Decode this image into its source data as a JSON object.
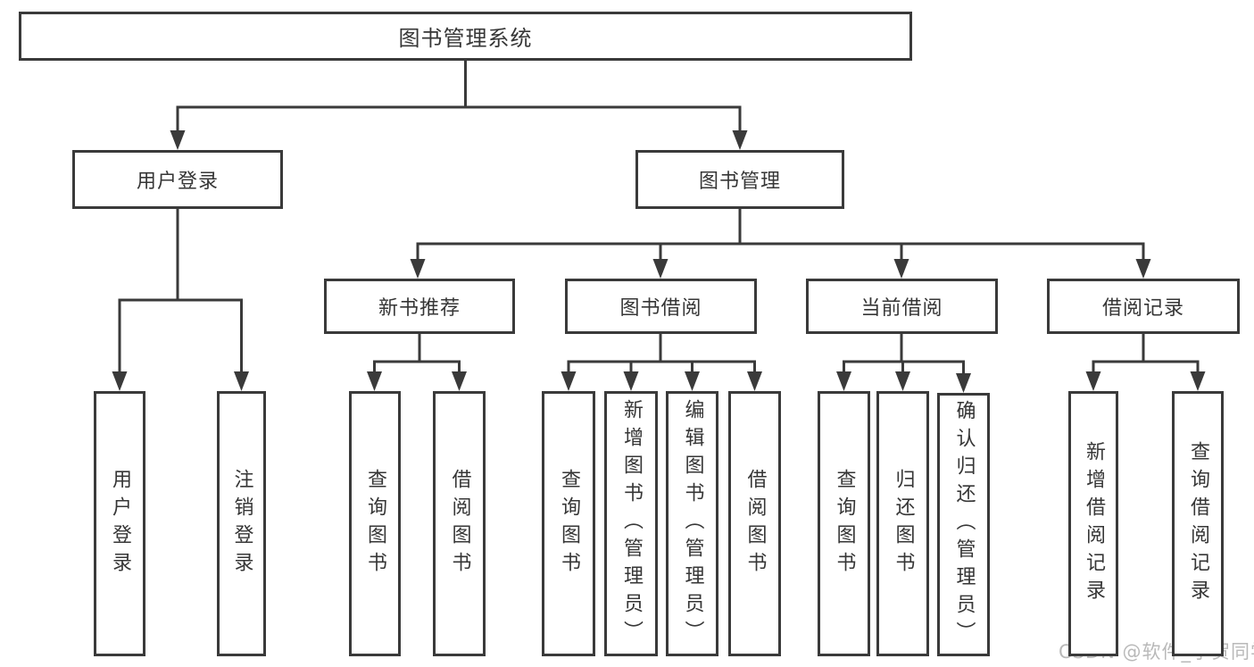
{
  "diagram": {
    "title": "图书管理系统",
    "root": {
      "label": "图书管理系统"
    },
    "level2": [
      {
        "label": "用户登录"
      },
      {
        "label": "图书管理"
      }
    ],
    "level3": [
      {
        "label": "新书推荐",
        "parent": "图书管理"
      },
      {
        "label": "图书借阅",
        "parent": "图书管理"
      },
      {
        "label": "当前借阅",
        "parent": "图书管理"
      },
      {
        "label": "借阅记录",
        "parent": "图书管理"
      }
    ],
    "leaves": [
      {
        "label": "用户登录",
        "parent": "用户登录"
      },
      {
        "label": "注销登录",
        "parent": "用户登录"
      },
      {
        "label": "查询图书",
        "parent": "新书推荐"
      },
      {
        "label": "借阅图书",
        "parent": "新书推荐"
      },
      {
        "label": "查询图书",
        "parent": "图书借阅"
      },
      {
        "label": "新增图书（管理员）",
        "parent": "图书借阅"
      },
      {
        "label": "编辑图书（管理员）",
        "parent": "图书借阅"
      },
      {
        "label": "借阅图书",
        "parent": "图书借阅"
      },
      {
        "label": "查询图书",
        "parent": "当前借阅"
      },
      {
        "label": "归还图书",
        "parent": "当前借阅"
      },
      {
        "label": "确认归还（管理员）",
        "parent": "当前借阅"
      },
      {
        "label": "新增借阅记录",
        "parent": "借阅记录"
      },
      {
        "label": "查询借阅记录",
        "parent": "借阅记录"
      }
    ]
  },
  "watermark": {
    "text": "CSDN @软件_小贺同学"
  },
  "colors": {
    "line": "#3a3a3a",
    "text": "#363636",
    "watermark": "#b9b9b9",
    "background": "#ffffff"
  }
}
